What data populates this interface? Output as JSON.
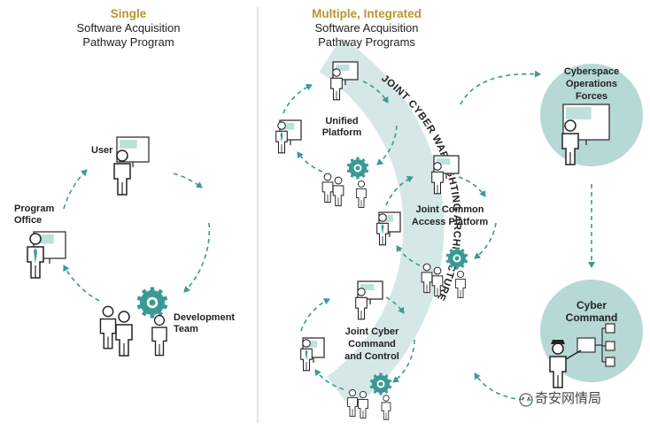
{
  "left_panel": {
    "heading": "Single",
    "subtitle_line1": "Software Acquisition",
    "subtitle_line2": "Pathway Program",
    "labels": {
      "user": "User",
      "program_office_line1": "Program",
      "program_office_line2": "Office",
      "development_team_line1": "Development",
      "development_team_line2": "Team"
    }
  },
  "right_panel": {
    "heading": "Multiple, Integrated",
    "subtitle_line1": "Software Acquisition",
    "subtitle_line2": "Pathway Programs",
    "cycles": [
      {
        "line1": "Unified",
        "line2": "Platform",
        "line3": ""
      },
      {
        "line1": "Joint Common",
        "line2": "Access Platform",
        "line3": ""
      },
      {
        "line1": "Joint Cyber",
        "line2": "Command",
        "line3": "and Control"
      }
    ],
    "arc_label": "JOINT CYBER WARFIGHTING ARCHITECTURE",
    "cyberspace_line1": "Cyberspace",
    "cyberspace_line2": "Operations",
    "cyberspace_line3": "Forces",
    "cyber_command_line1": "Cyber",
    "cyber_command_line2": "Command"
  },
  "watermark": "奇安网情局",
  "colors": {
    "teal": "#3a9a93",
    "light_teal": "#b6d8d6",
    "pale_teal": "#d5e8e7",
    "gold": "#b8962e"
  }
}
